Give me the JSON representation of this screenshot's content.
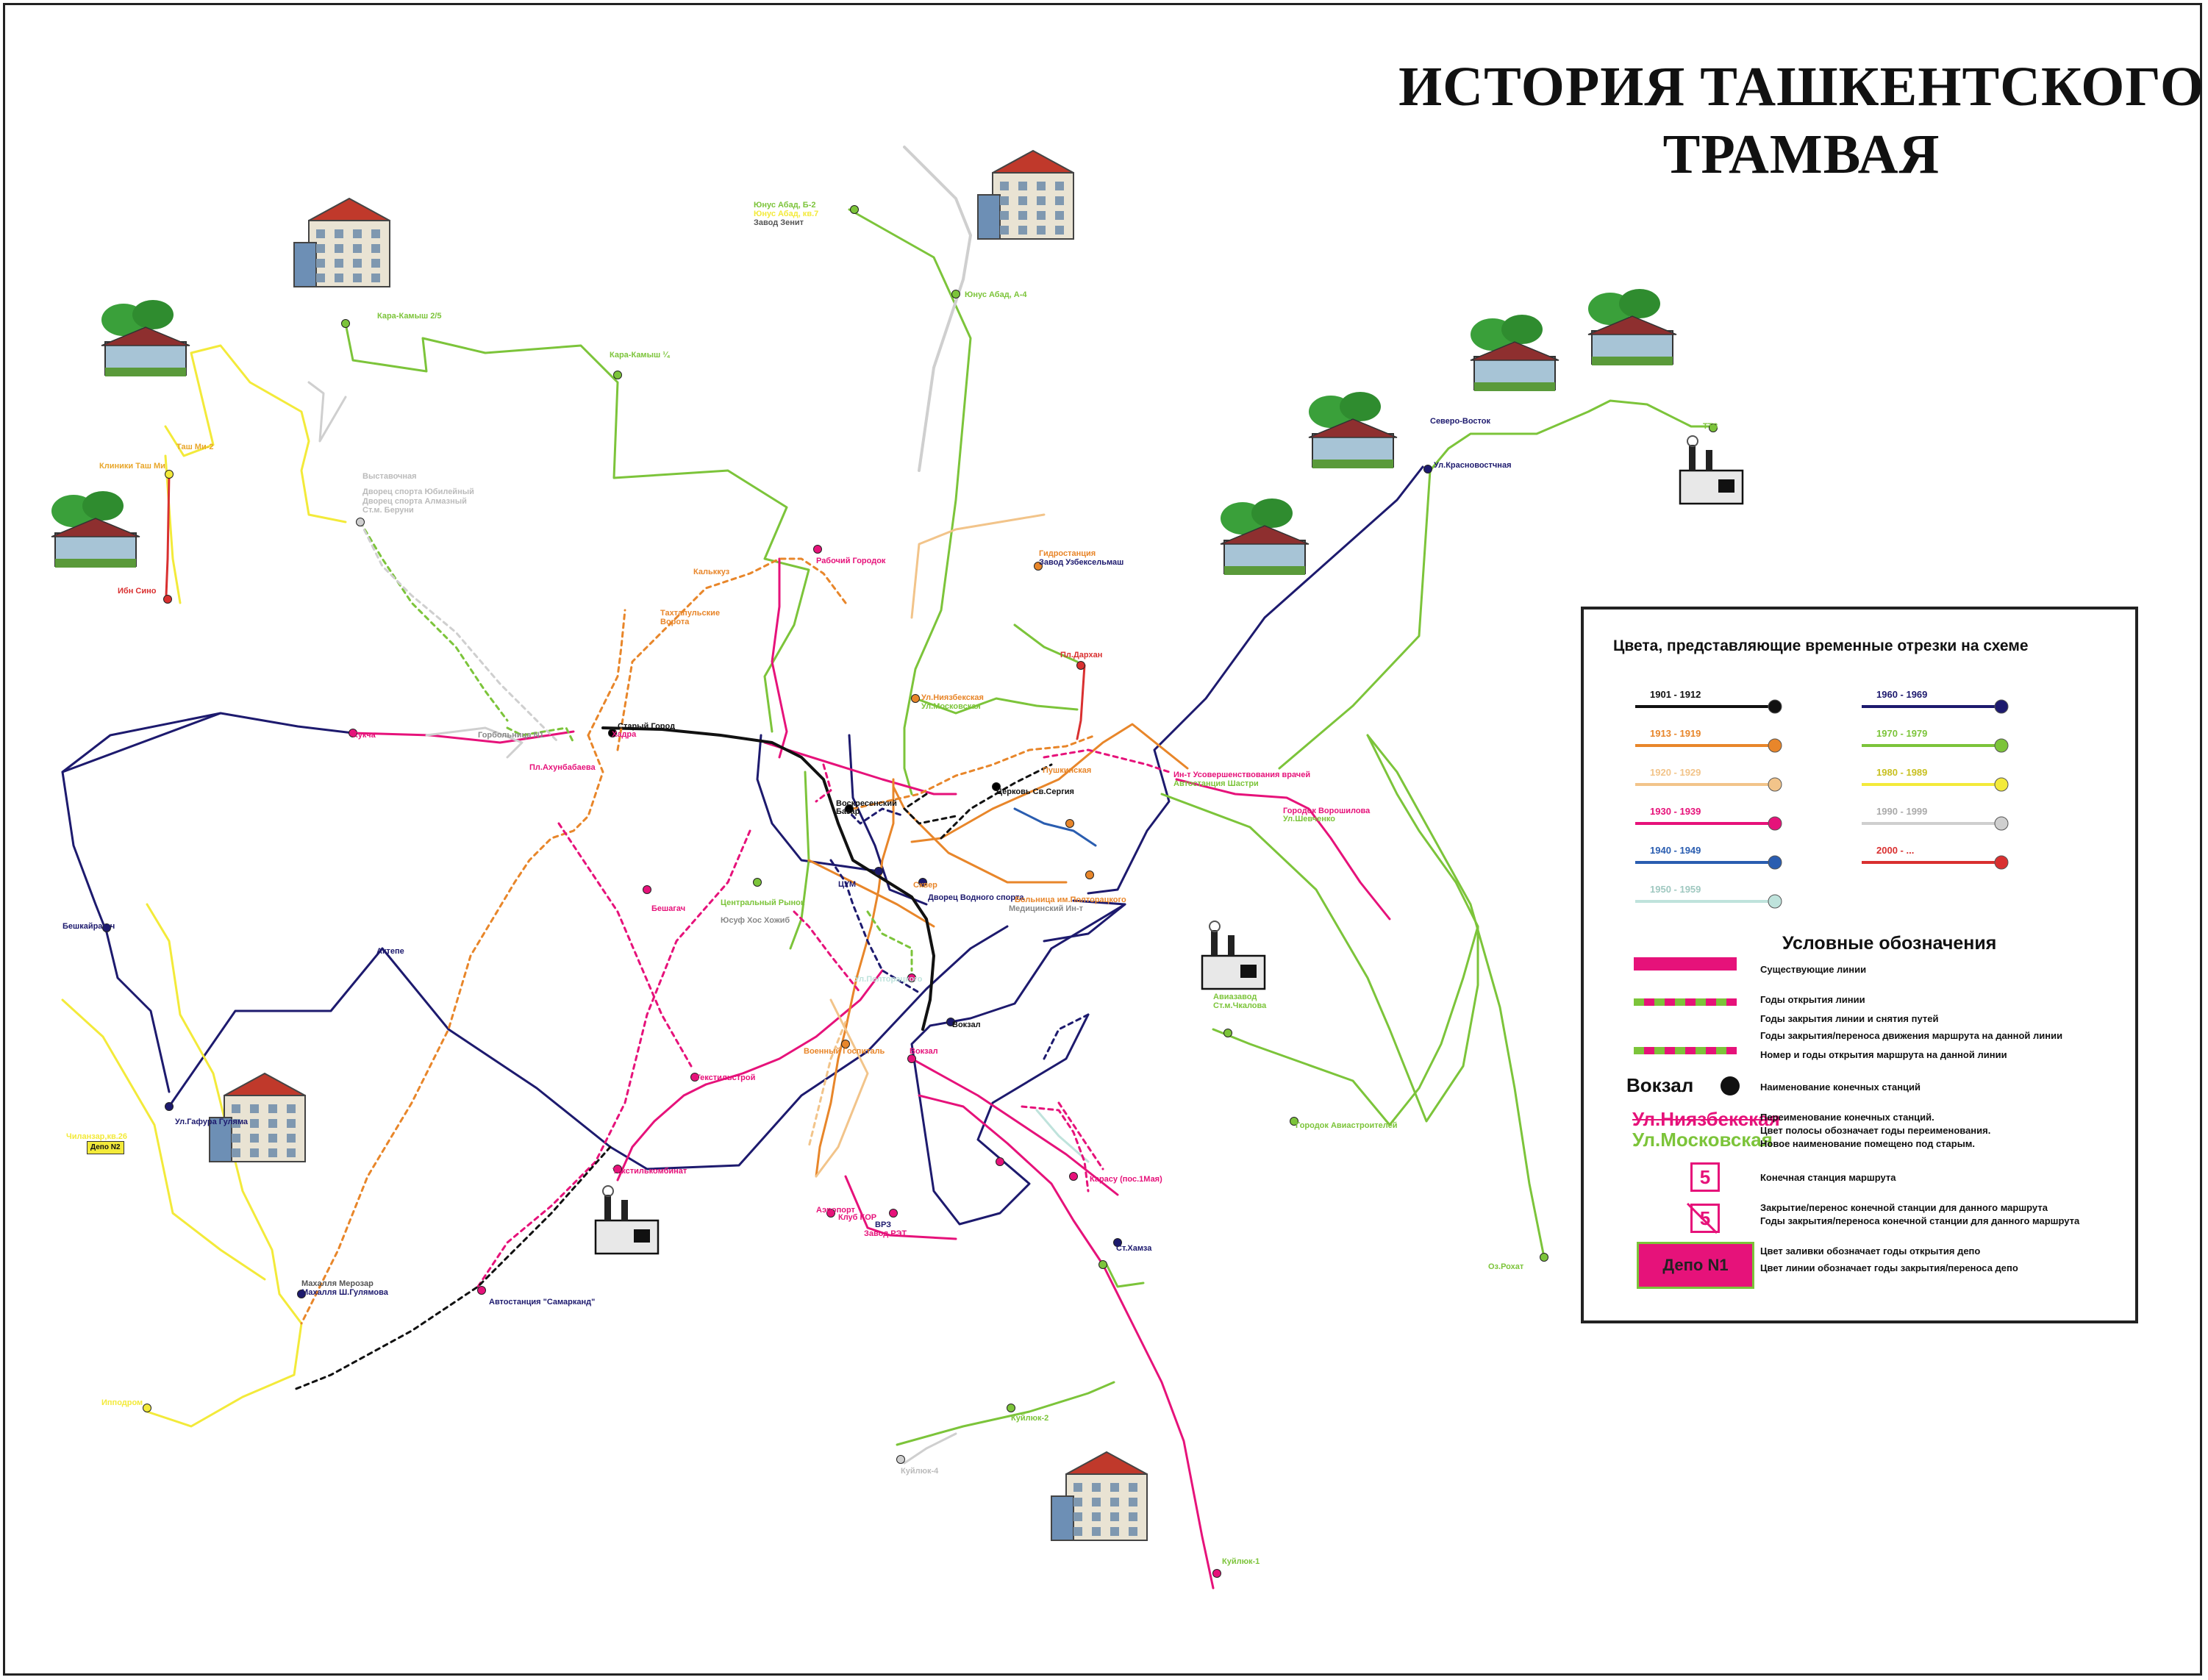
{
  "title_lines": [
    "ИСТОРИЯ ТАШКЕНТСКОГО",
    "ТРАМВАЯ"
  ],
  "colors": {
    "p1901": "#111111",
    "p1913": "#e8862a",
    "p1920": "#f2c48a",
    "p1930": "#e6127a",
    "p1940": "#2a5db0",
    "p1950": "#bfe3dc",
    "p1960": "#1d1a6e",
    "p1970": "#7cc43a",
    "p1980": "#f3ea3a",
    "p1990": "#cfcfcf",
    "p2000": "#d93030"
  },
  "legend": {
    "periods_heading": "Цвета, представляющие временные отрезки на схеме",
    "periods": [
      {
        "label": "1901 - 1912",
        "color": "#111111"
      },
      {
        "label": "1913 - 1919",
        "color": "#e8862a"
      },
      {
        "label": "1920 - 1929",
        "color": "#f2c48a"
      },
      {
        "label": "1930 - 1939",
        "color": "#e6127a"
      },
      {
        "label": "1940 - 1949",
        "color": "#2a5db0"
      },
      {
        "label": "1950 - 1959",
        "color": "#bfe3dc"
      },
      {
        "label": "1960 - 1969",
        "color": "#1d1a6e"
      },
      {
        "label": "1970 - 1979",
        "color": "#7cc43a"
      },
      {
        "label": "1980 - 1989",
        "color": "#f3ea3a"
      },
      {
        "label": "1990 - 1999",
        "color": "#cfcfcf"
      },
      {
        "label": "2000 - ...",
        "color": "#d93030"
      }
    ],
    "symbols_heading": "Условные обозначения",
    "existing": "Существующие линии",
    "line_open": "Годы открытия линии",
    "line_close": "Годы закрытия линии и снятия путей",
    "route_close": "Годы закрытия/переноса движения маршрута на данной линии",
    "route_open": "Номер и годы открытия маршрута на данной линии",
    "terminal_sample": "Вокзал",
    "terminal_desc": "Наименование конечных станций",
    "rename_old": "Ул.Ниязбекская",
    "rename_new": "Ул.Московская",
    "rename_desc": [
      "Переименование конечных станций.",
      "Цвет полосы обозначает годы переименования.",
      "Новое наименование помещено под старым."
    ],
    "route_terminal_num": "5",
    "route_terminal_desc": "Конечная станция маршрута",
    "route_terminal_closed_desc": [
      "Закрытие/перенос конечной станции для данного маршрута",
      "Годы закрытия/переноса конечной станции для данного маршрута"
    ],
    "depot_sample": "Депо N1",
    "depot_fill": "Цвет заливки обозначает годы открытия депо",
    "depot_line": "Цвет линии обозначает годы закрытия/переноса депо"
  },
  "stations": [
    {
      "text": "Юнус Абад, Б-2",
      "color": "#7cc43a"
    },
    {
      "text": "Юнус Абад, кв.7",
      "color": "#f3ea3a"
    },
    {
      "text": "Завод Зенит",
      "color": "#555555"
    },
    {
      "text": "Юнус Абад, А-4",
      "color": "#7cc43a"
    },
    {
      "text": "Кара-Камыш 2/5",
      "color": "#7cc43a"
    },
    {
      "text": "Кара-Камыш ¼",
      "color": "#7cc43a"
    },
    {
      "text": "Таш Ми-2",
      "color": "#e8a62a"
    },
    {
      "text": "Клиники Таш Ми",
      "color": "#e8a62a"
    },
    {
      "text": "Ибн Сино",
      "color": "#d93030"
    },
    {
      "text": "Выставочная",
      "color": "#bbbbbb"
    },
    {
      "text": "Дворец спорта Юбилейный",
      "color": "#bbbbbb"
    },
    {
      "text": "Дворец спорта Алмазный",
      "color": "#bbbbbb"
    },
    {
      "text": "Ст.м. Беруни",
      "color": "#bbbbbb"
    },
    {
      "text": "Кальккуз",
      "color": "#e8862a"
    },
    {
      "text": "Тахтапульские",
      "color": "#e8862a"
    },
    {
      "text": "Ворота",
      "color": "#e8862a"
    },
    {
      "text": "Рабочий Городок",
      "color": "#e6127a"
    },
    {
      "text": "Гидростанция",
      "color": "#e8862a"
    },
    {
      "text": "Завод Узбексельмаш",
      "color": "#1d1a6e"
    },
    {
      "text": "Пл.Дархан",
      "color": "#d93030"
    },
    {
      "text": "Ул.Ниязбекская",
      "color": "#e8862a"
    },
    {
      "text": "Ул.Московская",
      "color": "#7cc43a"
    },
    {
      "text": "Северо-Восток",
      "color": "#1d1a6e"
    },
    {
      "text": "ТТЗ",
      "color": "#7cc43a"
    },
    {
      "text": "Ул.Красновостчная",
      "color": "#1d1a6e"
    },
    {
      "text": "Кукча",
      "color": "#e6127a"
    },
    {
      "text": "Горбольница N1",
      "color": "#888888"
    },
    {
      "text": "Старый Город",
      "color": "#111111"
    },
    {
      "text": "Хадра",
      "color": "#e6127a"
    },
    {
      "text": "Пл.Ахунбабаева",
      "color": "#e6127a"
    },
    {
      "text": "Пушкинская",
      "color": "#e8862a"
    },
    {
      "text": "Ин-т Усовершенствования врачей",
      "color": "#e6127a"
    },
    {
      "text": "Автостанция Шастри",
      "color": "#7cc43a"
    },
    {
      "text": "Церковь Св.Сергия",
      "color": "#111111"
    },
    {
      "text": "Воскресенский",
      "color": "#111111"
    },
    {
      "text": "Базар",
      "color": "#111111"
    },
    {
      "text": "Сквер",
      "color": "#e8862a"
    },
    {
      "text": "Городок Ворошилова",
      "color": "#e6127a"
    },
    {
      "text": "Ул.Шевченко",
      "color": "#7cc43a"
    },
    {
      "text": "Бешкайрагач",
      "color": "#1d1a6e"
    },
    {
      "text": "Бешагач",
      "color": "#e6127a"
    },
    {
      "text": "Центральный Рынок",
      "color": "#7cc43a"
    },
    {
      "text": "Юсуф Хос Хожиб",
      "color": "#888888"
    },
    {
      "text": "ЦУМ",
      "color": "#1d1a6e"
    },
    {
      "text": "Дворец Водного спорта",
      "color": "#1d1a6e"
    },
    {
      "text": "Больница им.Полторацкого",
      "color": "#e8862a"
    },
    {
      "text": "Медицинский Ин-т",
      "color": "#888888"
    },
    {
      "text": "Ул.Полторацкого",
      "color": "#bfe3dc"
    },
    {
      "text": "Актепе",
      "color": "#1d1a6e"
    },
    {
      "text": "Вокзал",
      "color": "#111111"
    },
    {
      "text": "Военный Госпиталь",
      "color": "#e8862a"
    },
    {
      "text": "Вокзал",
      "color": "#e6127a"
    },
    {
      "text": "Авиазавод",
      "color": "#7cc43a"
    },
    {
      "text": "Ст.м.Чкалова",
      "color": "#7cc43a"
    },
    {
      "text": "Текстильстрой",
      "color": "#e6127a"
    },
    {
      "text": "Ул.Гафура Гуляма",
      "color": "#1d1a6e"
    },
    {
      "text": "Чиланзар,кв.26",
      "color": "#f3ea3a"
    },
    {
      "text": "Текстилькомбинат",
      "color": "#e6127a"
    },
    {
      "text": "Городок Авиастроителей",
      "color": "#7cc43a"
    },
    {
      "text": "Карасу (пос.1Мая)",
      "color": "#e6127a"
    },
    {
      "text": "Аэропорт",
      "color": "#e6127a"
    },
    {
      "text": "Клуб КОР",
      "color": "#e6127a"
    },
    {
      "text": "ВРЗ",
      "color": "#1d1a6e"
    },
    {
      "text": "Завод РЭТ",
      "color": "#e6127a"
    },
    {
      "text": "Ст.Хамза",
      "color": "#1d1a6e"
    },
    {
      "text": "Махалля Мерозар",
      "color": "#555555"
    },
    {
      "text": "Махалля Ш.Гулямова",
      "color": "#1d1a6e"
    },
    {
      "text": "Автостанция \"Самарканд\"",
      "color": "#1d1a6e"
    },
    {
      "text": "Оз.Рохат",
      "color": "#7cc43a"
    },
    {
      "text": "Ипподром",
      "color": "#f3ea3a"
    },
    {
      "text": "Куйлюк-2",
      "color": "#7cc43a"
    },
    {
      "text": "Куйлюк-4",
      "color": "#bbbbbb"
    },
    {
      "text": "Куйлюк-1",
      "color": "#7cc43a"
    }
  ],
  "depot_tag": "Депо N2"
}
